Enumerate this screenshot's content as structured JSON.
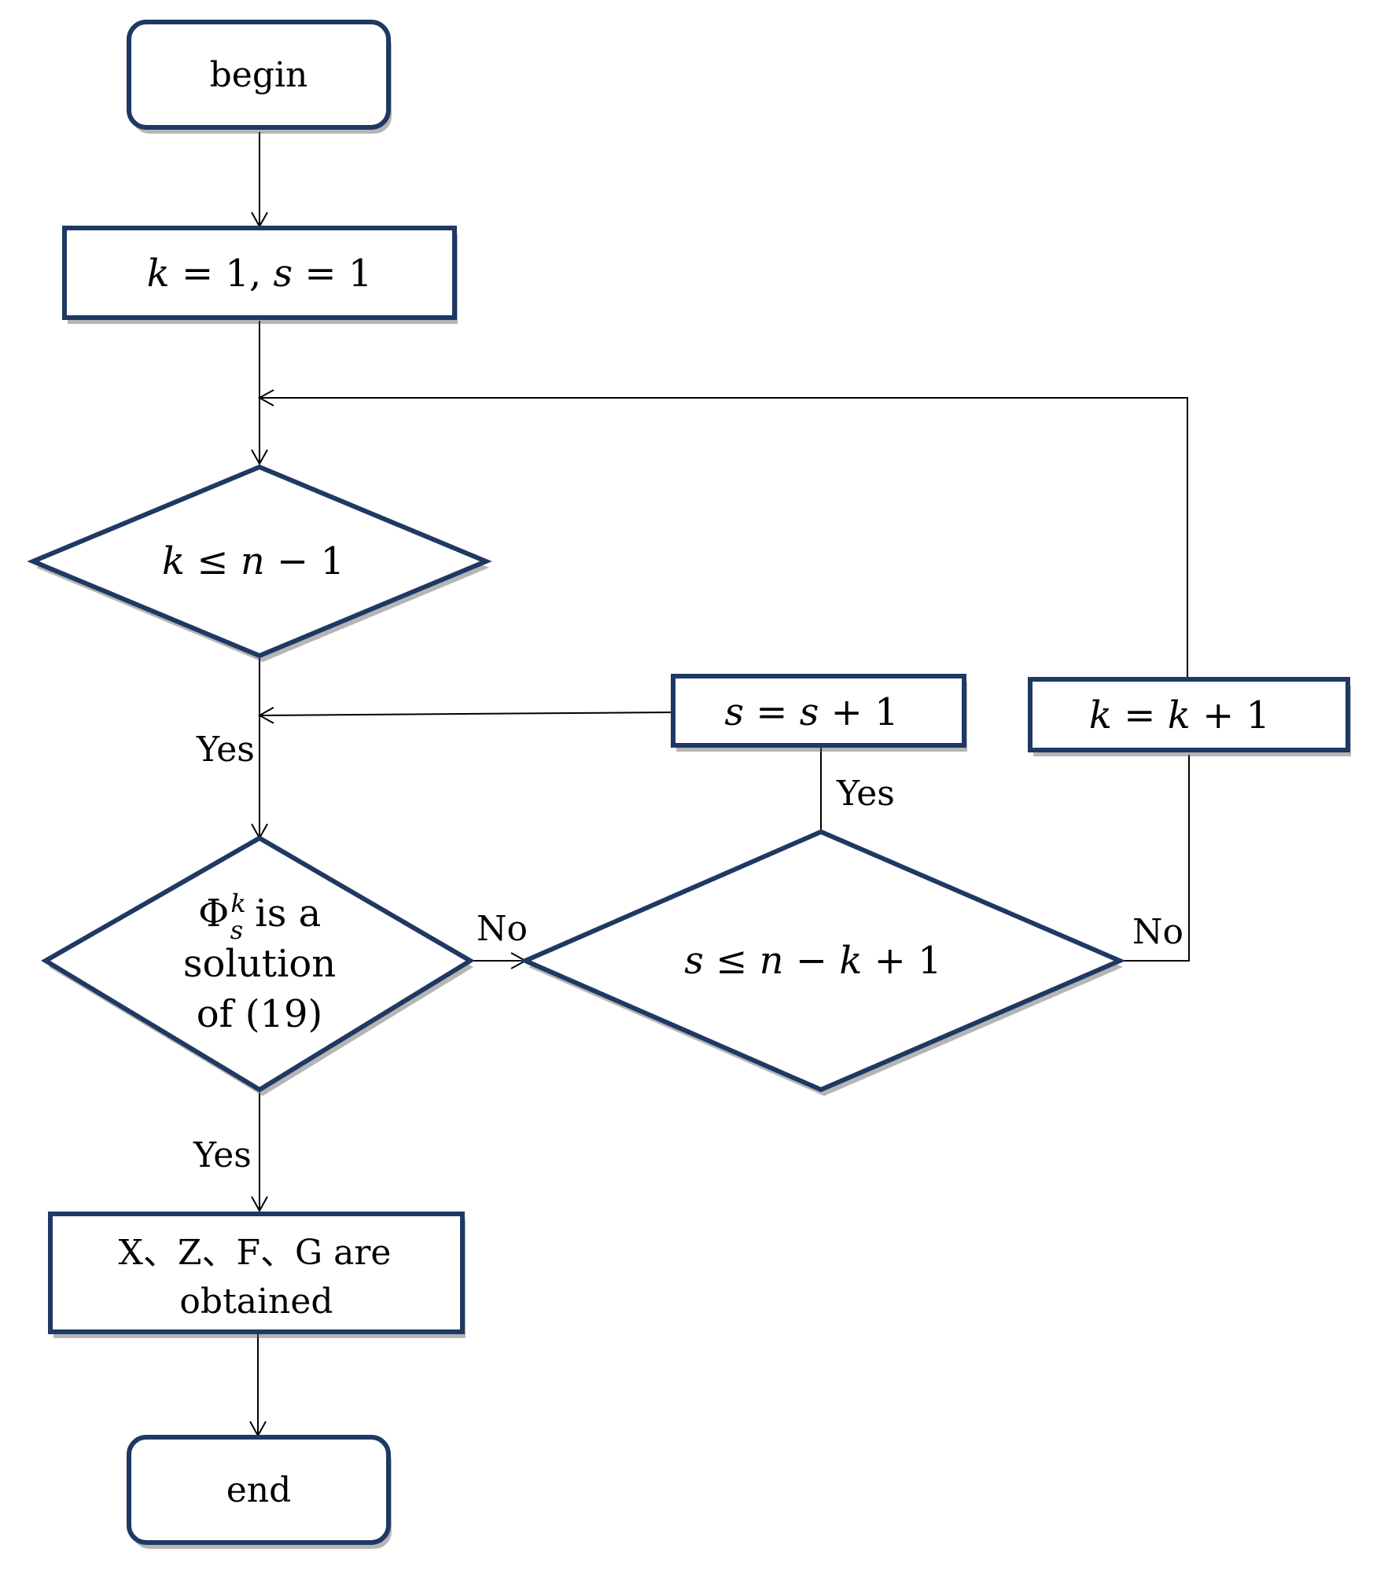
{
  "nodes": {
    "begin": {
      "text": "begin"
    },
    "init": {
      "k": "k",
      "eq1": " = 1, ",
      "s": "s",
      "eq2": " = 1"
    },
    "cond_k": {
      "k": "k",
      "rest": " ≤ ",
      "n": "n",
      "tail": " − 1"
    },
    "check": {
      "phi": "Φ",
      "sup": "k",
      "sub": "s",
      "line1_rest": " is a",
      "line2": "solution",
      "line3": "of (19)"
    },
    "cond_s": {
      "s": "s",
      "op1": " ≤ ",
      "n": "n",
      "op2": " − ",
      "k": "k",
      "tail": " + 1"
    },
    "inc_s": {
      "s1": "s",
      "mid": "  = ",
      "s2": "s",
      "tail": " + 1"
    },
    "inc_k": {
      "k1": "k",
      "mid": " = ",
      "k2": "k",
      "tail": " + 1"
    },
    "result": {
      "line1": "X、Z、F、G  are",
      "line2": "obtained"
    },
    "end": {
      "text": "end"
    }
  },
  "edge_labels": {
    "yes_main": "Yes",
    "yes_result": "Yes",
    "yes_inc_s": "Yes",
    "no_check": "No",
    "no_cond_s": "No"
  }
}
